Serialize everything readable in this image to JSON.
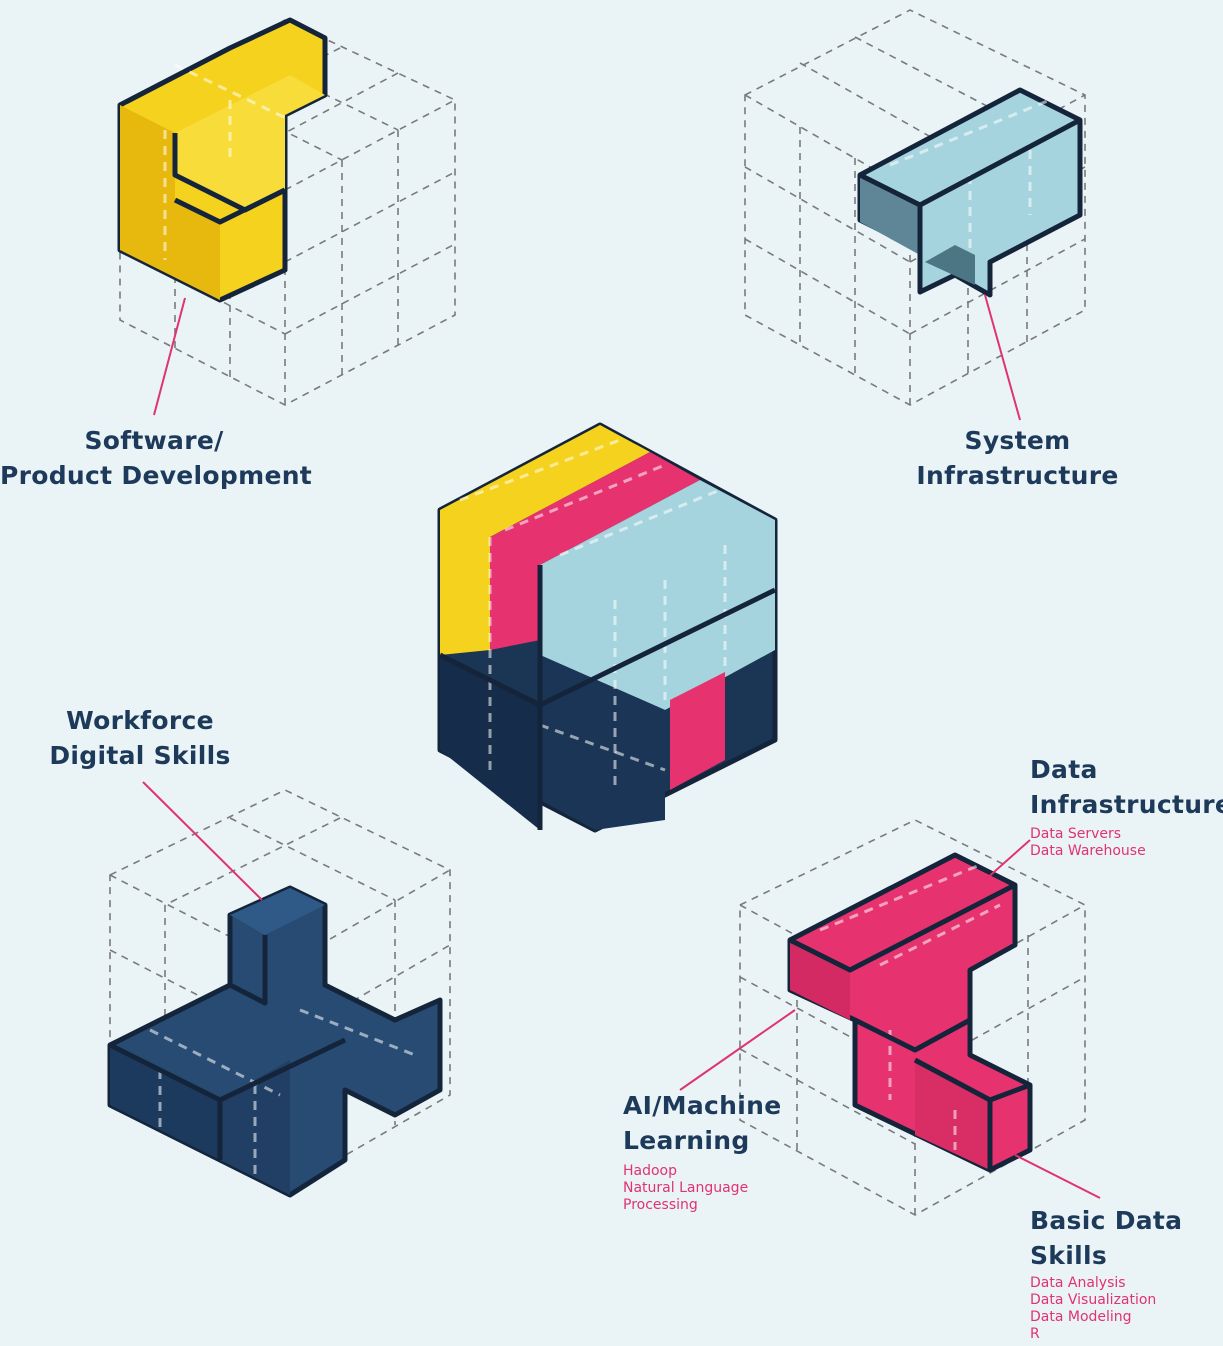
{
  "colors": {
    "background": "#eaf4f7",
    "label_text": "#1d3a5a",
    "accent_pink": "#e0336f",
    "yellow": "#f5d21e",
    "light_blue": "#a6d4de",
    "navy": "#1b3555"
  },
  "labels": {
    "software": [
      "Software/",
      "Product Development"
    ],
    "system": [
      "System",
      "Infrastructure"
    ],
    "workforce": [
      "Workforce",
      "Digital Skills"
    ],
    "data_infra": {
      "title": [
        "Data",
        "Infrastructure"
      ],
      "items": [
        "Data Servers",
        "Data Warehouse"
      ]
    },
    "ai_ml": {
      "title": [
        "AI/Machine",
        "Learning"
      ],
      "items": [
        "Hadoop",
        "Natural Language",
        "Processing"
      ]
    },
    "basic_data": {
      "title": [
        "Basic Data",
        "Skills"
      ],
      "items": [
        "Data Analysis",
        "Data Visualization",
        "Data Modeling",
        "R"
      ]
    }
  }
}
